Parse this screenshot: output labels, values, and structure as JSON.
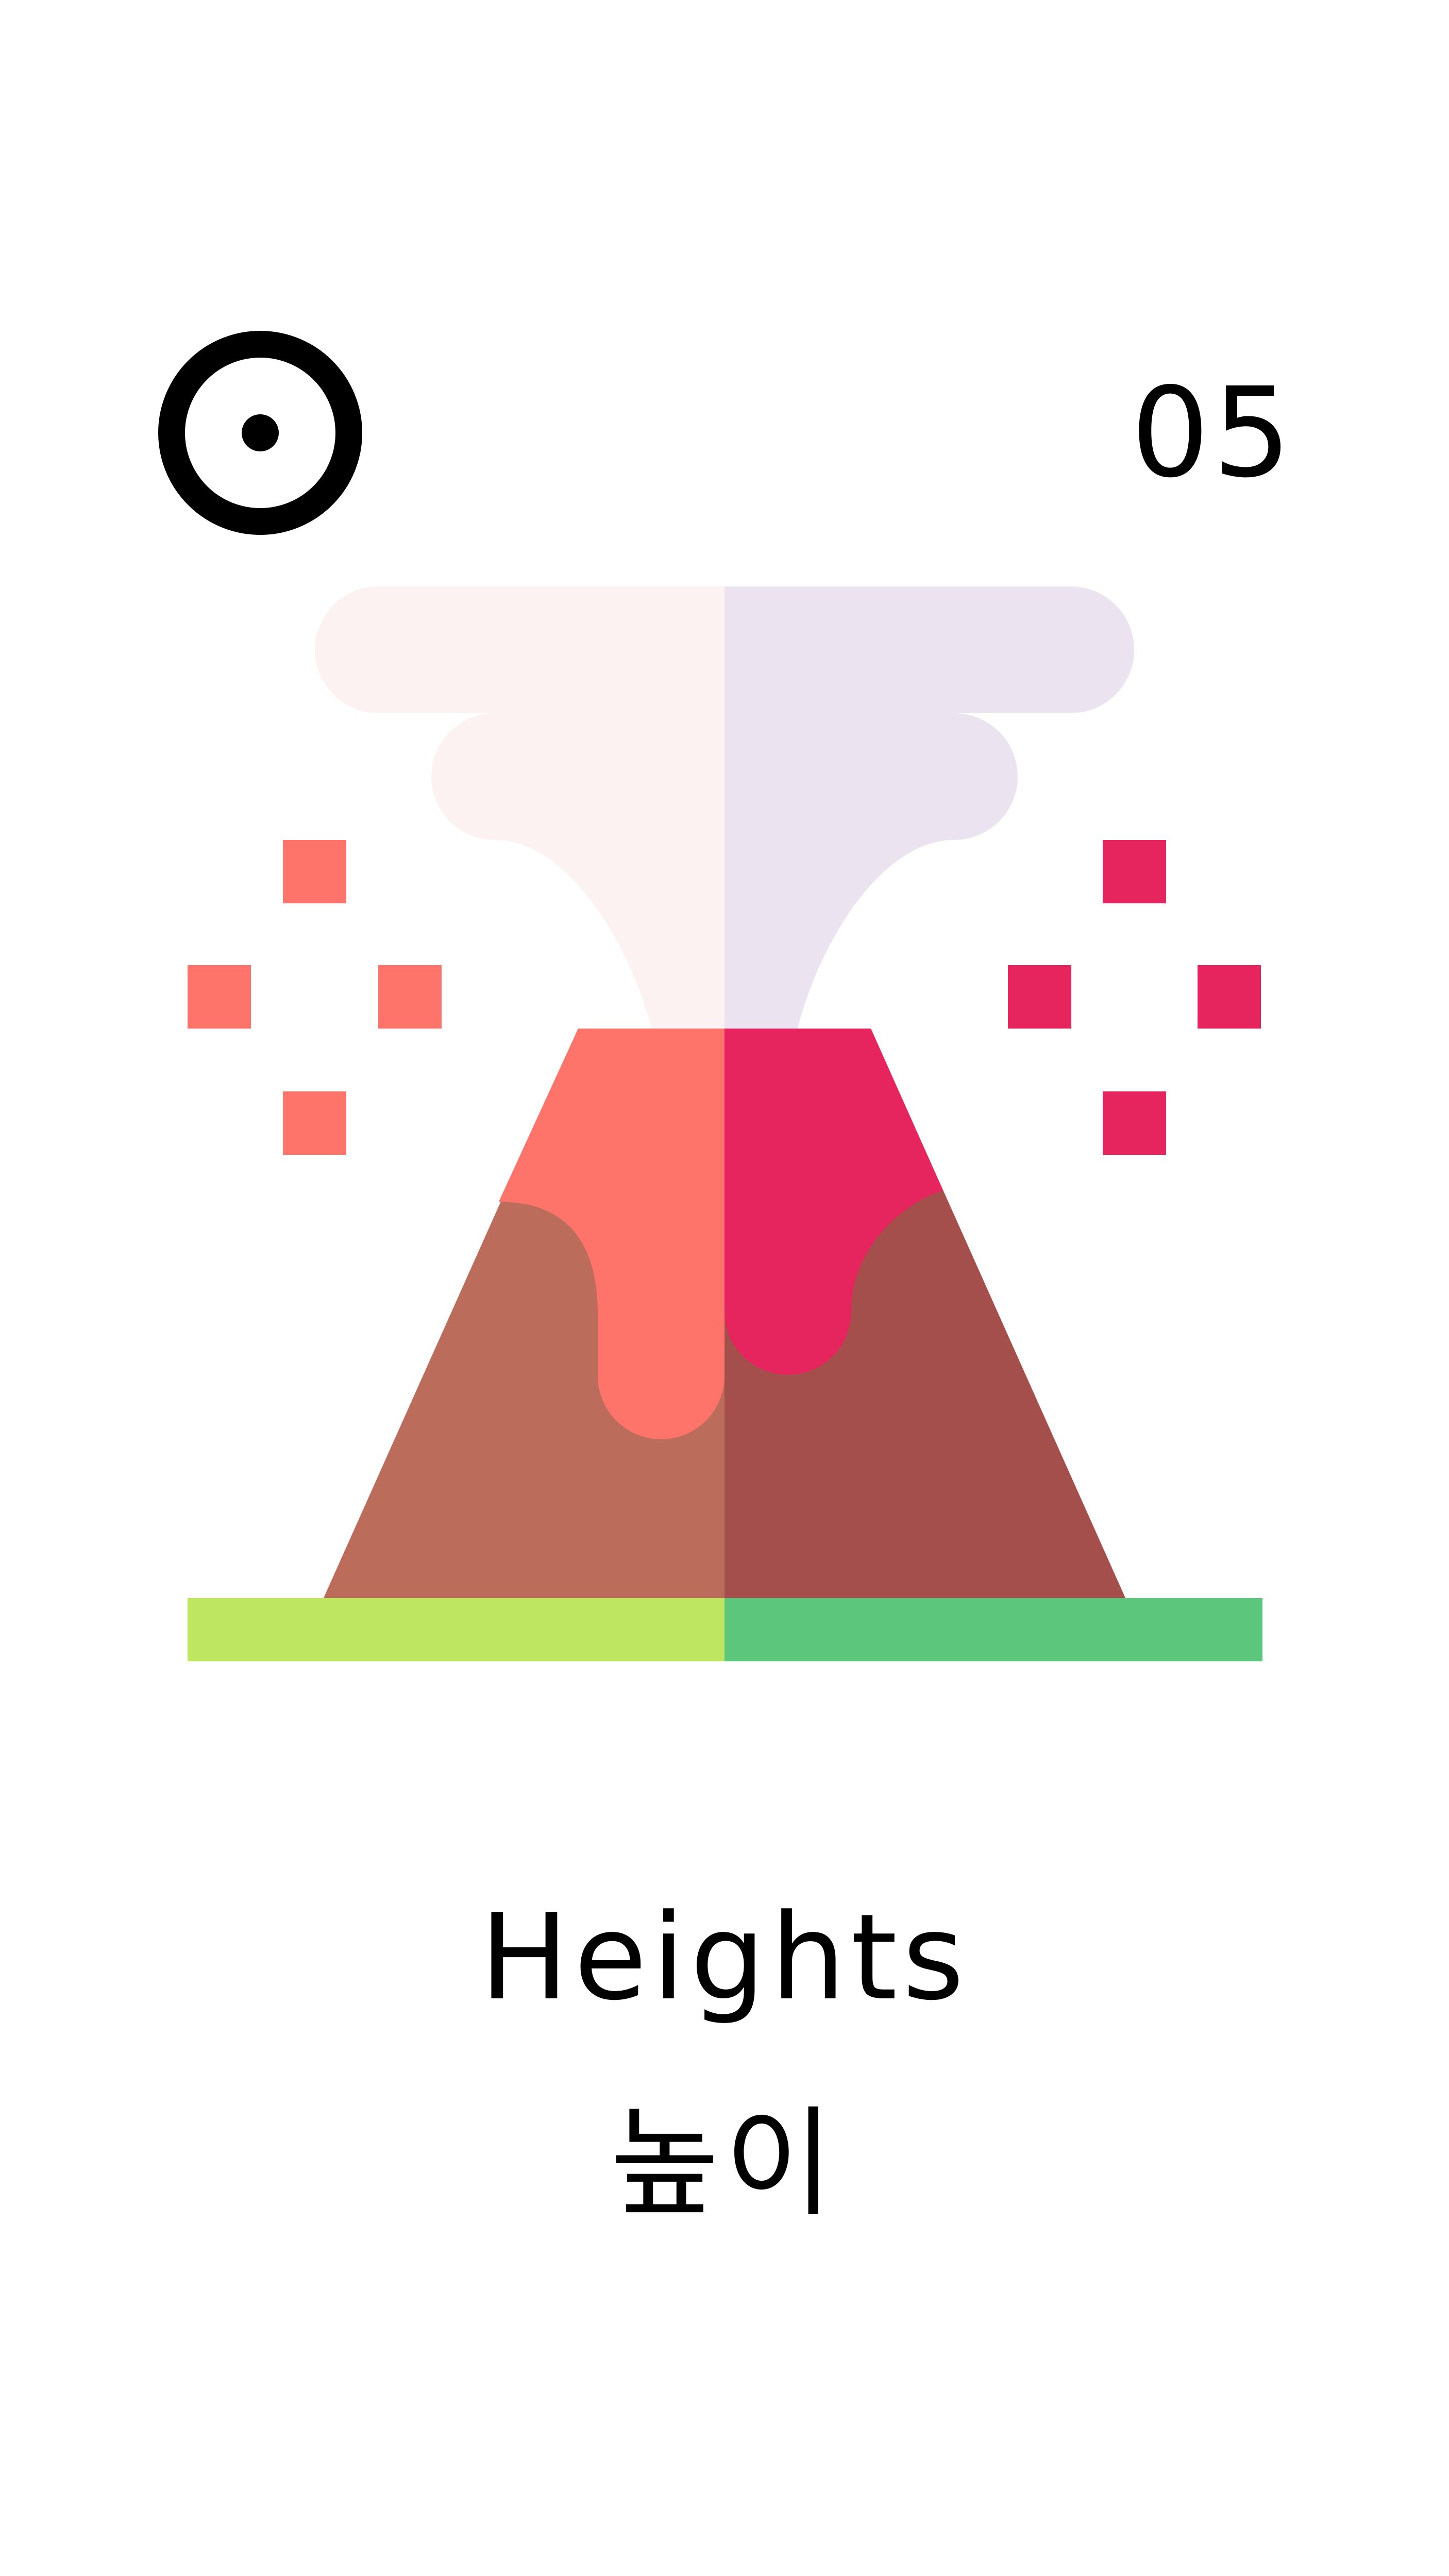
{
  "card": {
    "symbol_icon": "sun-circled-dot-icon",
    "number": "05",
    "illustration_icon": "erupting-volcano-icon",
    "word_english": "Heights",
    "word_korean": "높이"
  },
  "colors": {
    "background": "#ffffff",
    "ink": "#000000",
    "smoke_left": "#fcf2f1",
    "smoke_right": "#ebe4f0",
    "lava_left": "#fe746a",
    "lava_right": "#e6245d",
    "mountain_left": "#bc6c5a",
    "mountain_right": "#a54f4d",
    "ground_left": "#bfe660",
    "ground_right": "#5cc77c",
    "sparks_left": "#fe746a",
    "sparks_right": "#e6245d"
  }
}
